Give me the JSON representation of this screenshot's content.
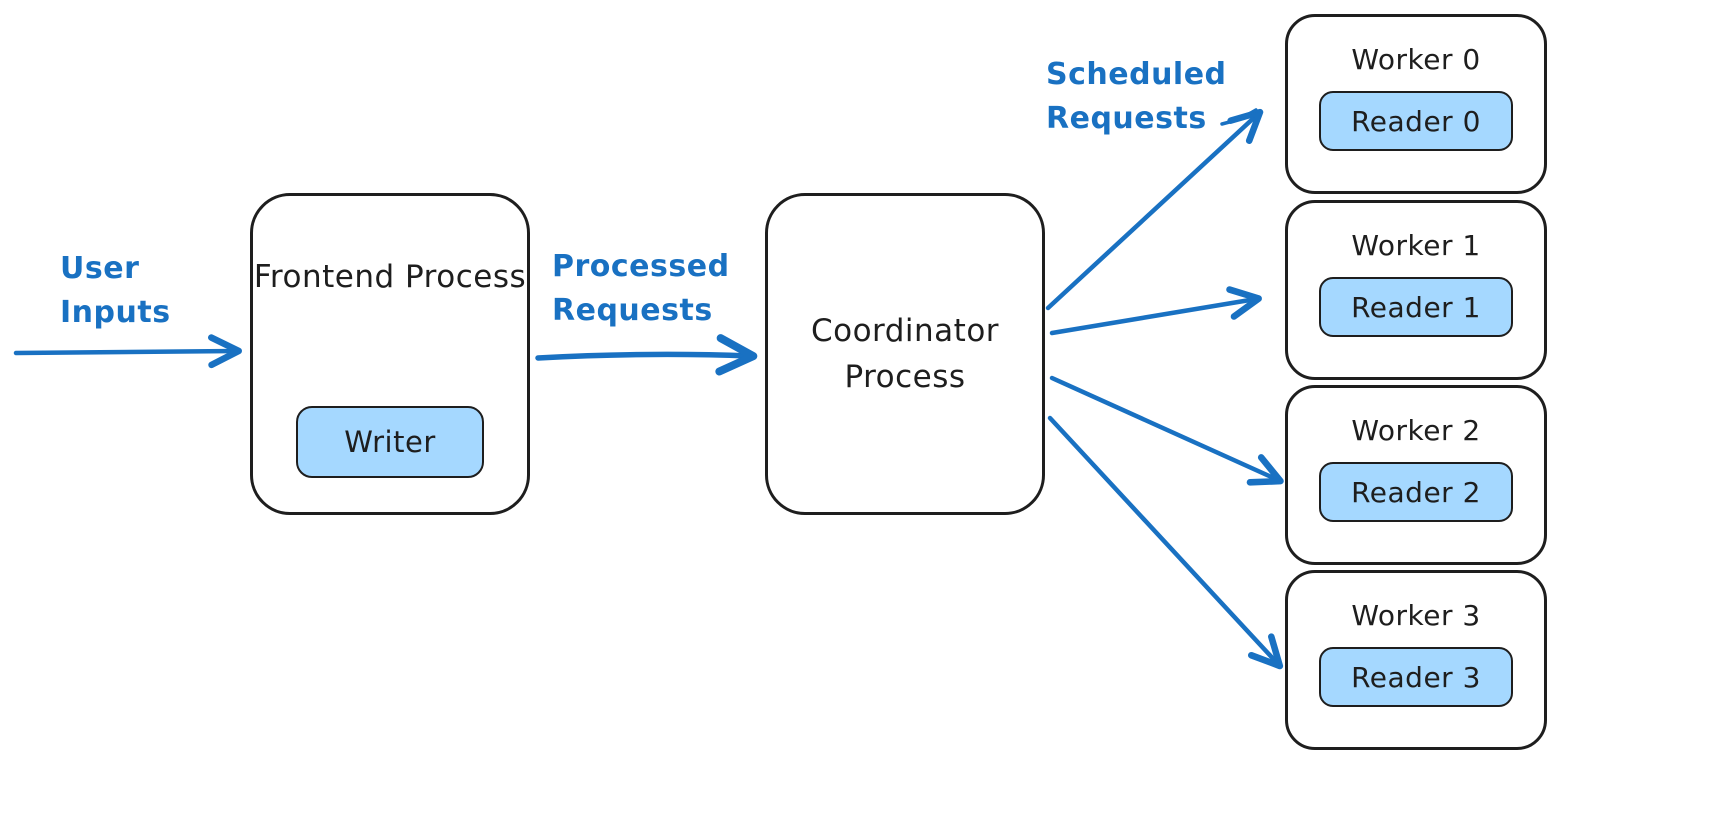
{
  "diagram": {
    "edge_labels": {
      "user_inputs": "User Inputs",
      "processed_requests": "Processed Requests",
      "scheduled_requests": "Scheduled Requests"
    },
    "nodes": {
      "frontend": {
        "title": "Frontend Process",
        "child": "Writer"
      },
      "coordinator": {
        "title": "Coordinator Process"
      },
      "workers": [
        {
          "title": "Worker 0",
          "child": "Reader 0"
        },
        {
          "title": "Worker 1",
          "child": "Reader 1"
        },
        {
          "title": "Worker 2",
          "child": "Reader 2"
        },
        {
          "title": "Worker 3",
          "child": "Reader 3"
        }
      ]
    },
    "colors": {
      "accent_blue": "#1971c2",
      "chip_fill": "#a5d8ff",
      "stroke": "#1e1e1e",
      "background": "#ffffff"
    }
  }
}
